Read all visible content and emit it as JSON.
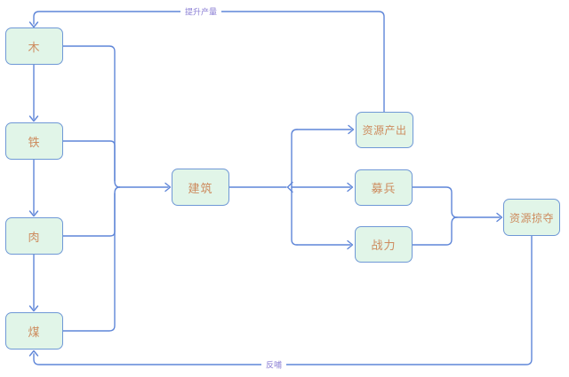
{
  "diagram": {
    "nodes": {
      "wood": {
        "label": "木"
      },
      "iron": {
        "label": "铁"
      },
      "meat": {
        "label": "肉"
      },
      "coal": {
        "label": "煤"
      },
      "building": {
        "label": "建筑"
      },
      "resource_output": {
        "label": "资源产出"
      },
      "recruit": {
        "label": "募兵"
      },
      "combat_power": {
        "label": "战力"
      },
      "resource_plunder": {
        "label": "资源掠夺"
      }
    },
    "edge_labels": {
      "boost_production": "提升产量",
      "feedback": "反哺"
    },
    "colors": {
      "node_fill": "#e1f5e8",
      "node_border": "#6f98d6",
      "node_text": "#cd8b5e",
      "connector": "#5f86d8",
      "edge_label_text": "#8a7ed4",
      "background": "#ffffff"
    }
  }
}
